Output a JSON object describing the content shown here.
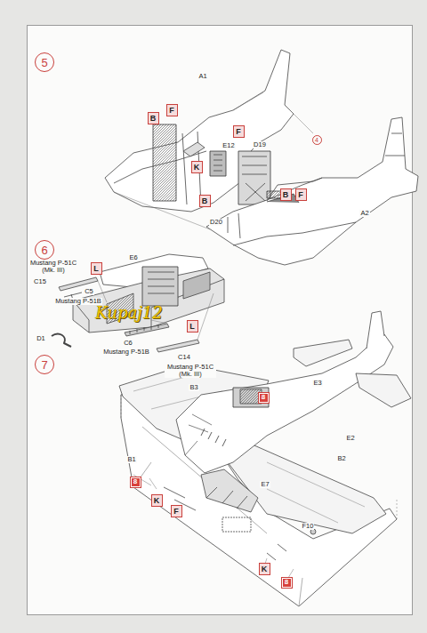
{
  "diagram": {
    "nodes": [
      {
        "text": [
          "5"
        ]
      },
      {
        "text": [
          "B"
        ]
      },
      {
        "text": [
          "F"
        ]
      },
      {
        "text": [
          "F"
        ]
      },
      {
        "text": [
          "K"
        ]
      },
      {
        "text": [
          "B"
        ]
      },
      {
        "text": [
          "4"
        ]
      },
      {
        "text": [
          "B"
        ]
      },
      {
        "text": [
          "F"
        ]
      },
      {
        "text": [
          "6"
        ]
      },
      {
        "text": [
          "L"
        ]
      },
      {
        "text": [
          "L"
        ]
      },
      {
        "text": [
          "7"
        ]
      },
      {
        "text": [
          "8"
        ]
      },
      {
        "text": [
          "8"
        ]
      },
      {
        "text": [
          "K"
        ]
      },
      {
        "text": [
          "F"
        ]
      },
      {
        "text": [
          "K"
        ]
      },
      {
        "text": [
          "8"
        ]
      }
    ],
    "labels": [
      "A1",
      "E12",
      "D19",
      "D20",
      "A2",
      "E6",
      "Mustang P-51C (Mk. III)",
      "C15",
      "C5",
      "Mustang P-51B",
      "D1",
      "C6",
      "Mustang P-51B",
      "C14",
      "Mustang P-51C (Mk. III)",
      "E3",
      "B3",
      "E2",
      "B1",
      "B2",
      "E7",
      "F10",
      "Kupaj12"
    ]
  }
}
